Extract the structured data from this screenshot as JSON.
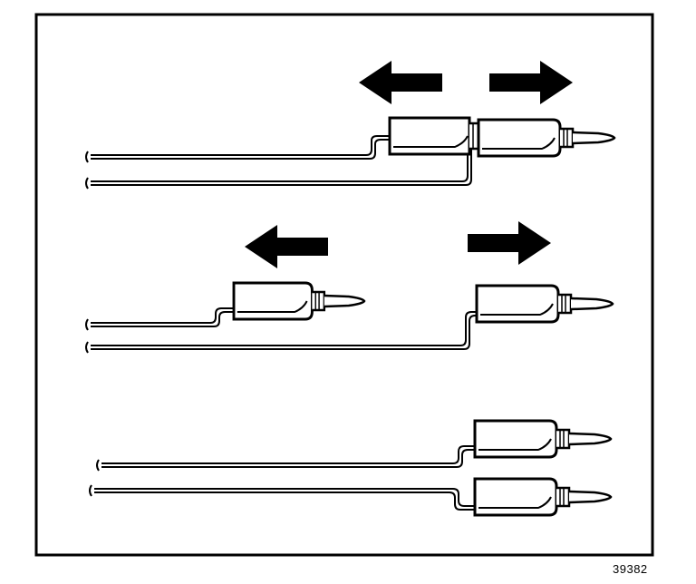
{
  "figure": {
    "number": "39382",
    "stroke_color": "#000000",
    "background_color": "#ffffff",
    "panels": [
      {
        "name": "probes-joined",
        "arrows": [
          "arrow-left",
          "arrow-right"
        ]
      },
      {
        "name": "probes-separated",
        "arrows": [
          "arrow-left",
          "arrow-right"
        ]
      },
      {
        "name": "probes-stored-parallel",
        "arrows": []
      }
    ]
  }
}
